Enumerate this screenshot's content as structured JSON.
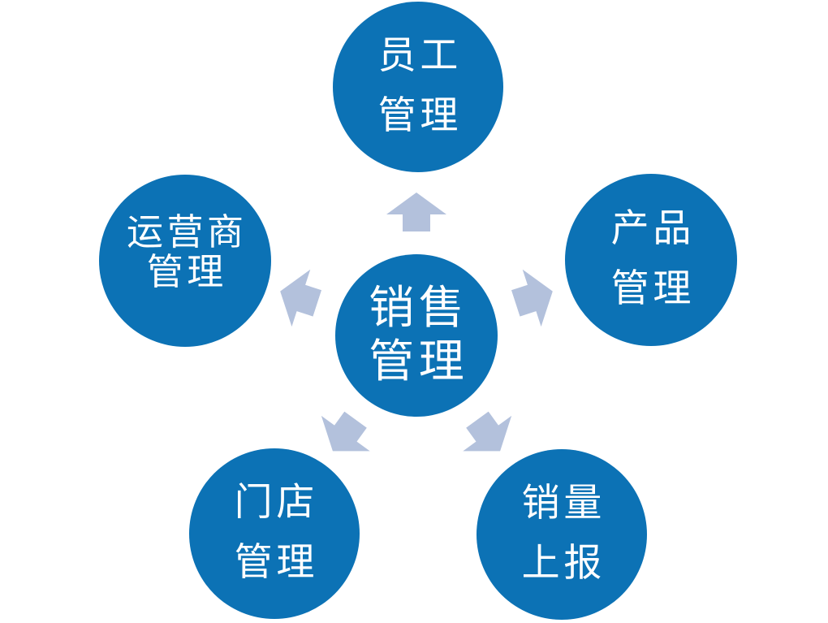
{
  "diagram": {
    "type": "radial",
    "background": "#ffffff",
    "center": {
      "label": "销售管理",
      "lines": [
        "销售",
        "管理"
      ]
    },
    "satellites": [
      {
        "label": "员工管理",
        "lines": [
          "员工",
          "管理"
        ],
        "position": "top"
      },
      {
        "label": "运营商管理",
        "lines": [
          "运营商",
          "管理"
        ],
        "position": "upper-left"
      },
      {
        "label": "产品管理",
        "lines": [
          "产品",
          "管理"
        ],
        "position": "upper-right"
      },
      {
        "label": "门店管理",
        "lines": [
          "门店",
          "管理"
        ],
        "position": "bottom-left"
      },
      {
        "label": "销量上报",
        "lines": [
          "销量",
          "上报"
        ],
        "position": "bottom-right"
      }
    ],
    "arrows": [
      {
        "direction": "up",
        "target": "员工管理"
      },
      {
        "direction": "upper-left",
        "target": "运营商管理"
      },
      {
        "direction": "upper-right",
        "target": "产品管理"
      },
      {
        "direction": "down-left",
        "target": "门店管理"
      },
      {
        "direction": "down-right",
        "target": "销量上报"
      }
    ],
    "colors": {
      "node_fill": "#0c72b5",
      "node_text": "#ffffff",
      "arrow_fill": "#b3c1dc"
    }
  }
}
